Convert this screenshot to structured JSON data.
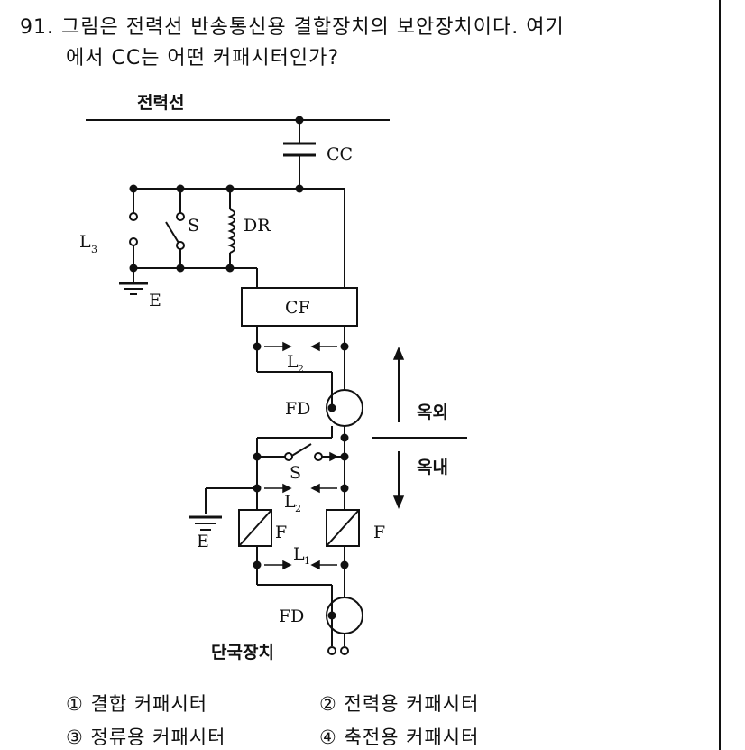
{
  "question": {
    "line1": "91. 그림은 전력선 반송통신용 결합장치의 보안장치이다. 여기",
    "line2": "에서 CC는 어떤 커패시터인가?"
  },
  "diagram": {
    "power_line": "전력선",
    "cc": "CC",
    "l3": "L",
    "l3_sub": "3",
    "s_top": "S",
    "dr": "DR",
    "e_top": "E",
    "cf": "CF",
    "l2_top": "L",
    "l2_top_sub": "2",
    "fd_top": "FD",
    "outdoor": "옥외",
    "indoor": "옥내",
    "s_mid": "S",
    "l2_mid": "L",
    "l2_mid_sub": "2",
    "e_bottom": "E",
    "f_left": "F",
    "f_right": "F",
    "l1": "L",
    "l1_sub": "1",
    "fd_bottom": "FD",
    "terminal": "단국장치"
  },
  "options": [
    "① 결합 커패시터",
    "② 전력용 커패시터",
    "③ 정류용 커패시터",
    "④ 축전용 커패시터"
  ]
}
